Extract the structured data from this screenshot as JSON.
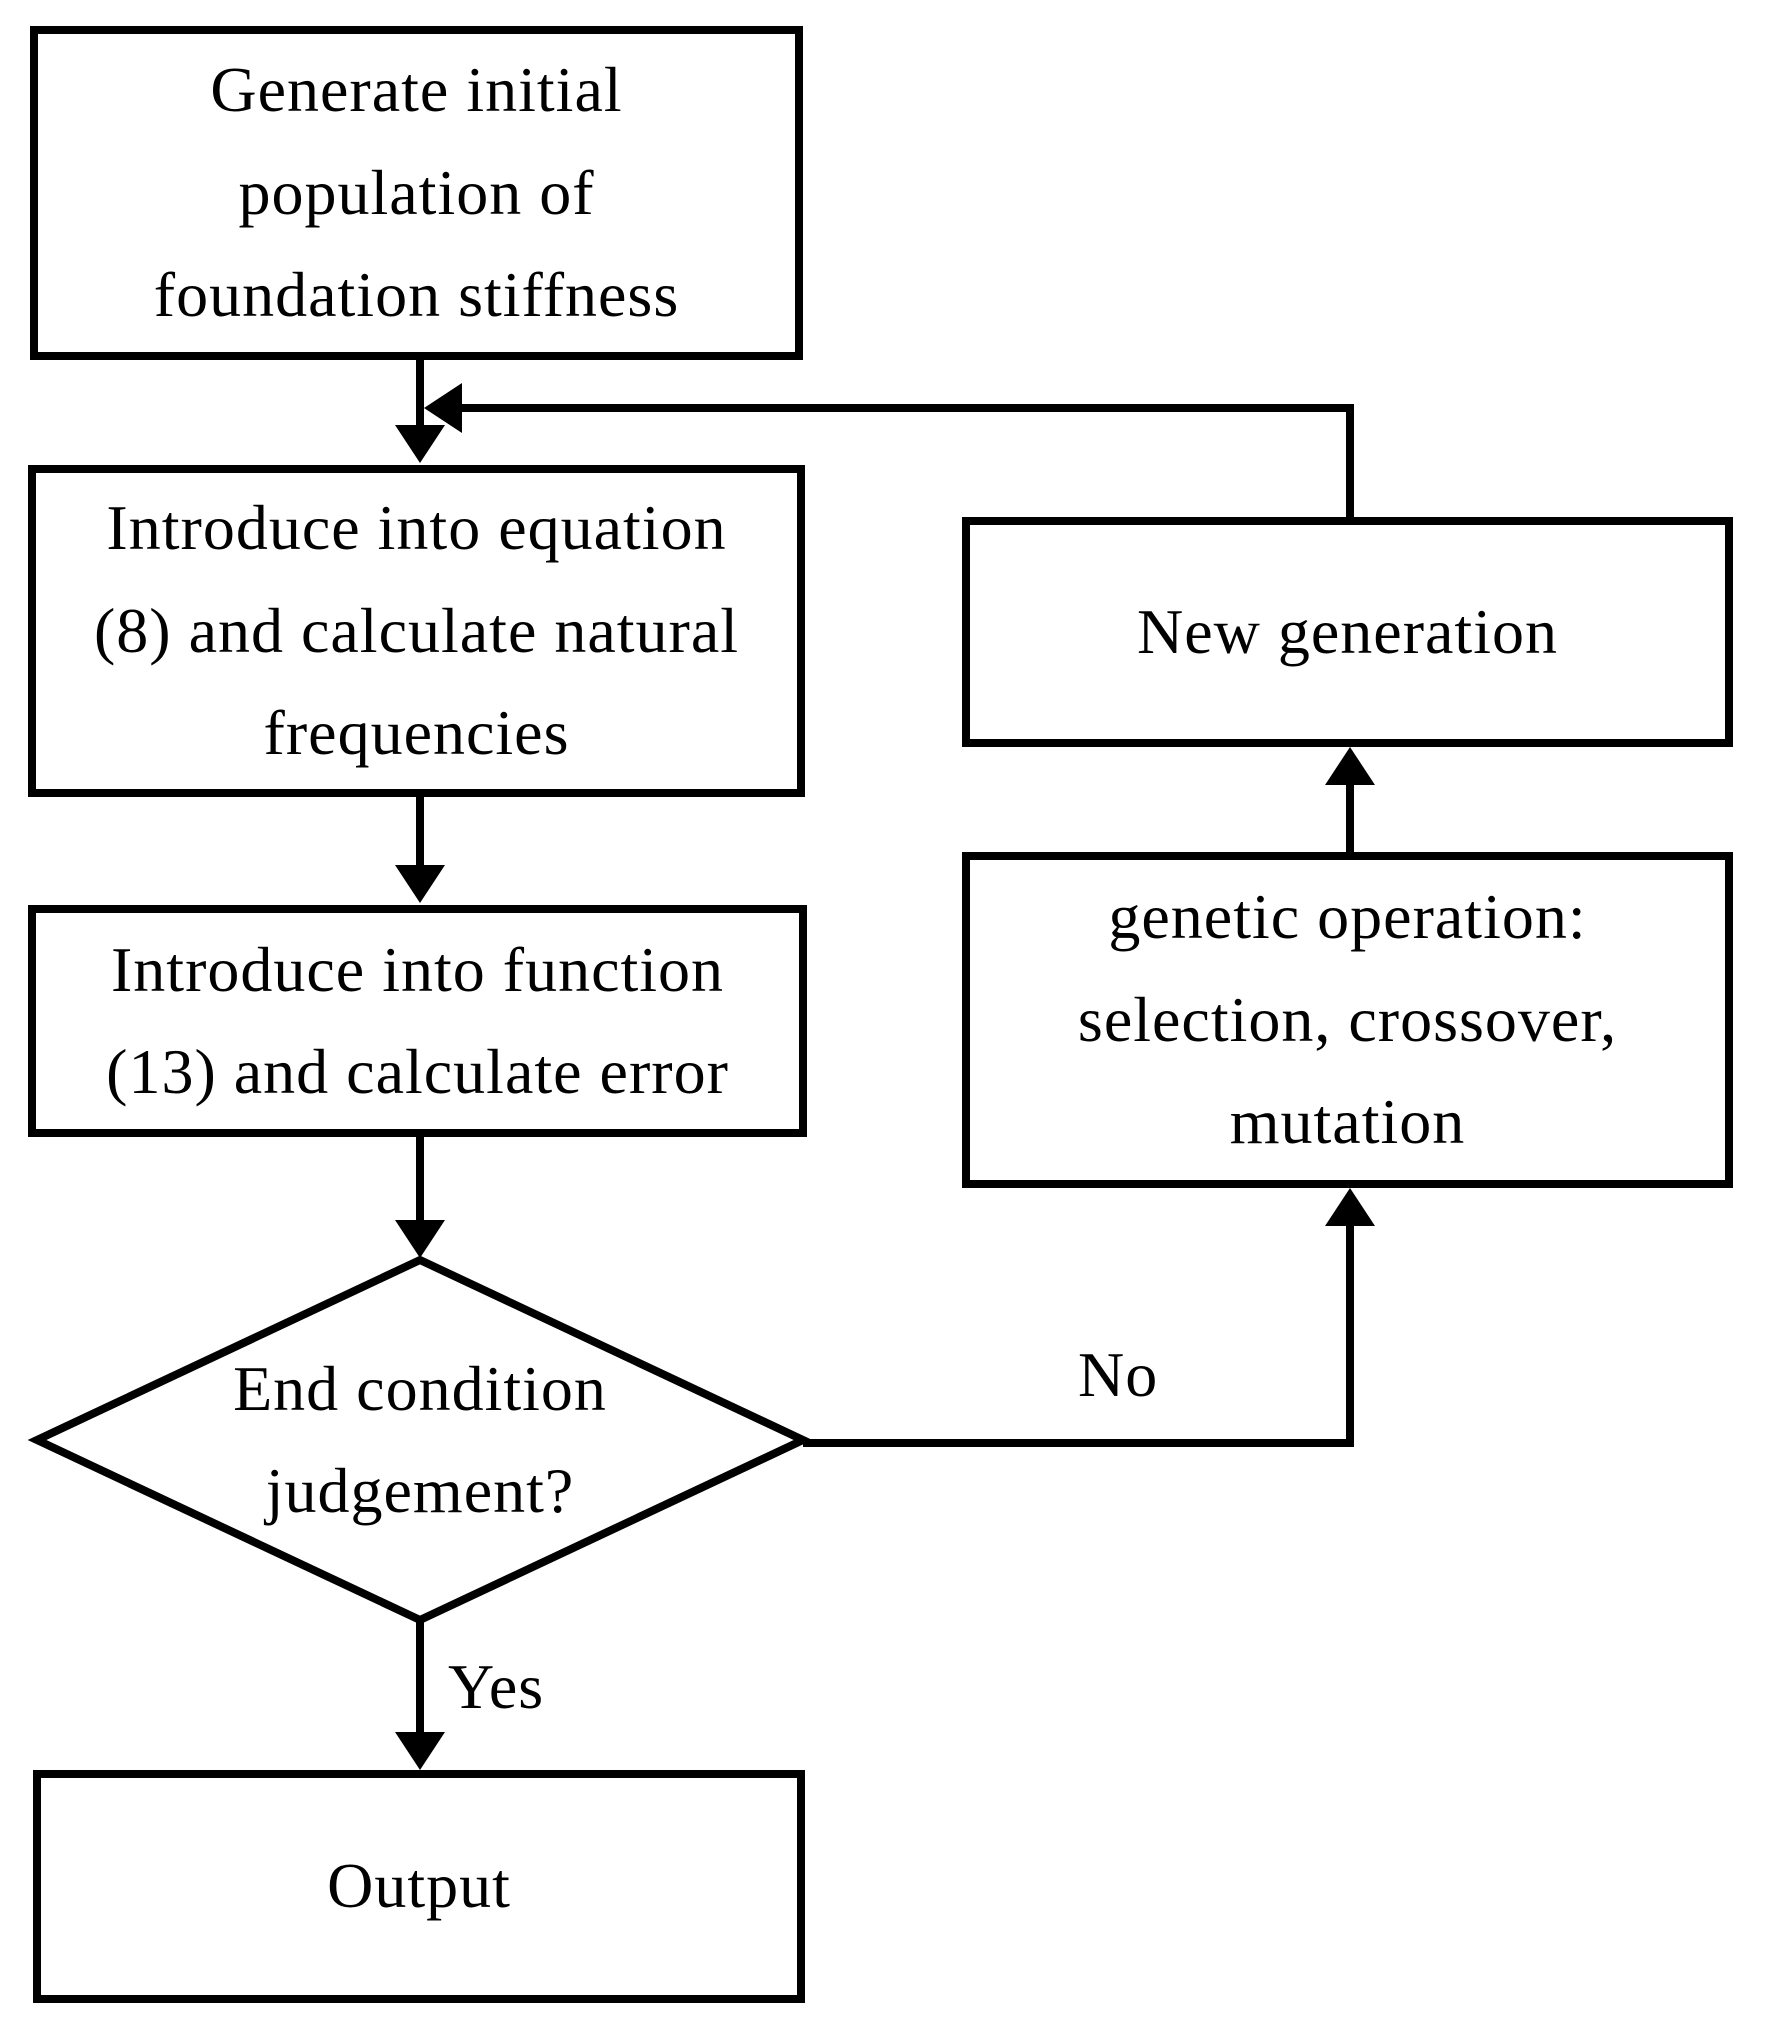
{
  "flowchart": {
    "colors": {
      "background": "#ffffff",
      "line": "#000000",
      "text": "#000000",
      "node_fill": "#ffffff"
    },
    "nodes": {
      "generate": {
        "type": "process",
        "text": "Generate initial\npopulation of\nfoundation stiffness"
      },
      "equation": {
        "type": "process",
        "text": "Introduce into equation\n(8) and calculate natural\nfrequencies"
      },
      "function": {
        "type": "process",
        "text": "Introduce into function\n(13) and calculate error"
      },
      "judgement": {
        "type": "decision",
        "text": "End condition\njudgement?"
      },
      "output": {
        "type": "process",
        "text": "Output"
      },
      "new_generation": {
        "type": "process",
        "text": "New generation"
      },
      "genetic_operation": {
        "type": "process",
        "text": "genetic operation:\nselection, crossover,\nmutation"
      }
    },
    "labels": {
      "yes": "Yes",
      "no": "No"
    },
    "edges": [
      {
        "from": "generate",
        "to": "equation",
        "label": ""
      },
      {
        "from": "equation",
        "to": "function",
        "label": ""
      },
      {
        "from": "function",
        "to": "judgement",
        "label": ""
      },
      {
        "from": "judgement",
        "to": "output",
        "label": "Yes"
      },
      {
        "from": "judgement",
        "to": "genetic_operation",
        "label": "No"
      },
      {
        "from": "genetic_operation",
        "to": "new_generation",
        "label": ""
      },
      {
        "from": "new_generation",
        "to": "equation",
        "label": ""
      }
    ]
  }
}
